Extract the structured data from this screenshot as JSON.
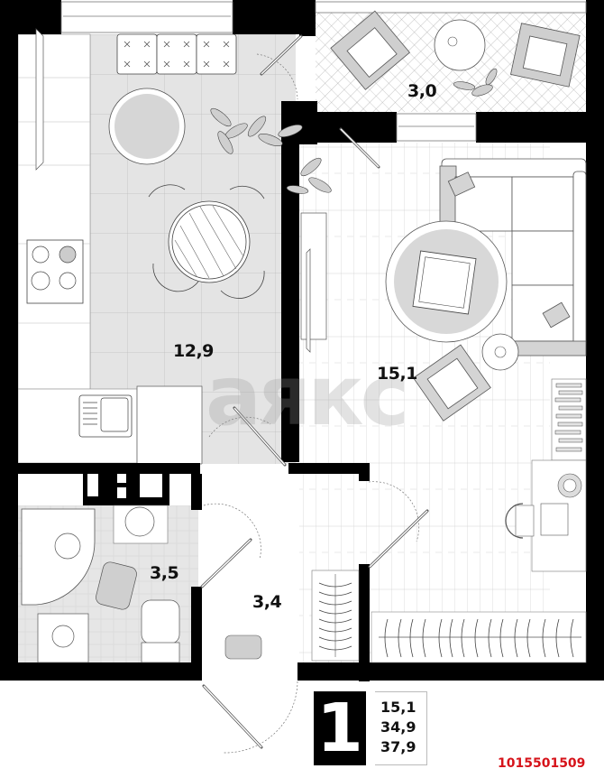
{
  "plan": {
    "rooms": [
      {
        "id": "kitchen",
        "name": "kitchen-dining",
        "area": "12,9"
      },
      {
        "id": "living",
        "name": "living-room",
        "area": "15,1"
      },
      {
        "id": "balcony",
        "name": "balcony",
        "area": "3,0"
      },
      {
        "id": "bathroom",
        "name": "bathroom",
        "area": "3,5"
      },
      {
        "id": "hallway",
        "name": "hallway",
        "area": "3,4"
      }
    ],
    "watermark": "аякс"
  },
  "legend": {
    "room_count": "1",
    "living_area": "15,1",
    "usable_area": "34,9",
    "total_area": "37,9"
  },
  "listing": {
    "id": "1015501509",
    "id_color": "#d6131a"
  },
  "colors": {
    "wall": "#000000",
    "tile_floor": "#e3e3e3",
    "wood_floor": "#ffffff",
    "furniture_gray": "#d0d0d0"
  }
}
